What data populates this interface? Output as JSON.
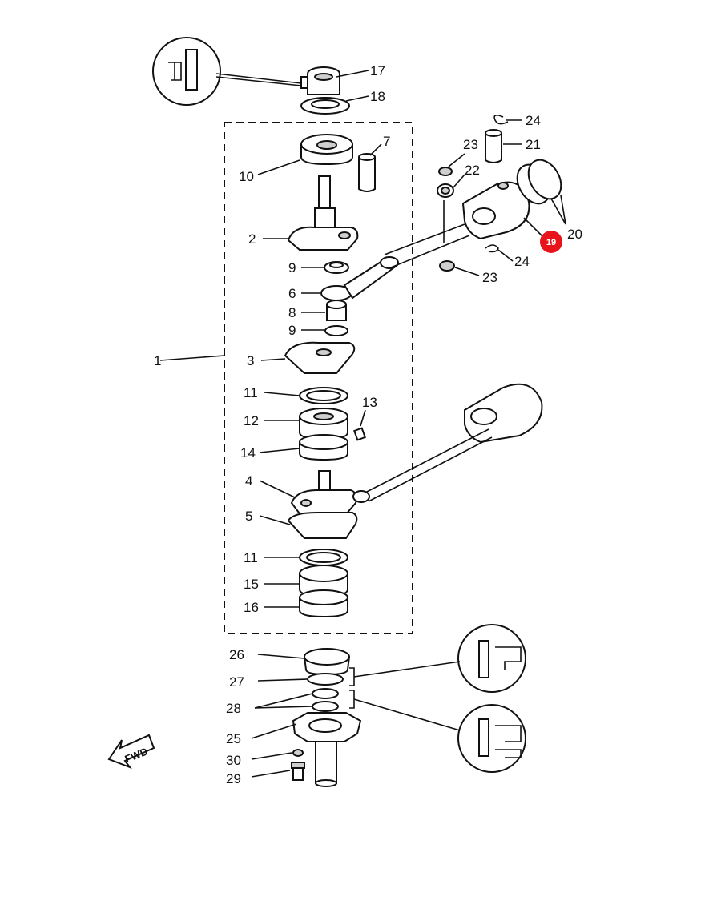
{
  "diagram": {
    "callouts": {
      "c1": "1",
      "c2": "2",
      "c3": "3",
      "c4": "4",
      "c5": "5",
      "c6": "6",
      "c7": "7",
      "c8": "8",
      "c9a": "9",
      "c9b": "9",
      "c10": "10",
      "c11a": "11",
      "c11b": "11",
      "c12": "12",
      "c13": "13",
      "c14": "14",
      "c15": "15",
      "c16": "16",
      "c17": "17",
      "c18": "18",
      "c19": "19",
      "c20": "20",
      "c21": "21",
      "c22": "22",
      "c23a": "23",
      "c23b": "23",
      "c24a": "24",
      "c24b": "24",
      "c25": "25",
      "c26": "26",
      "c27": "27",
      "c28": "28",
      "c29": "29",
      "c30": "30"
    },
    "fwd_label": "FWD",
    "highlight_color": "#e8141b"
  }
}
